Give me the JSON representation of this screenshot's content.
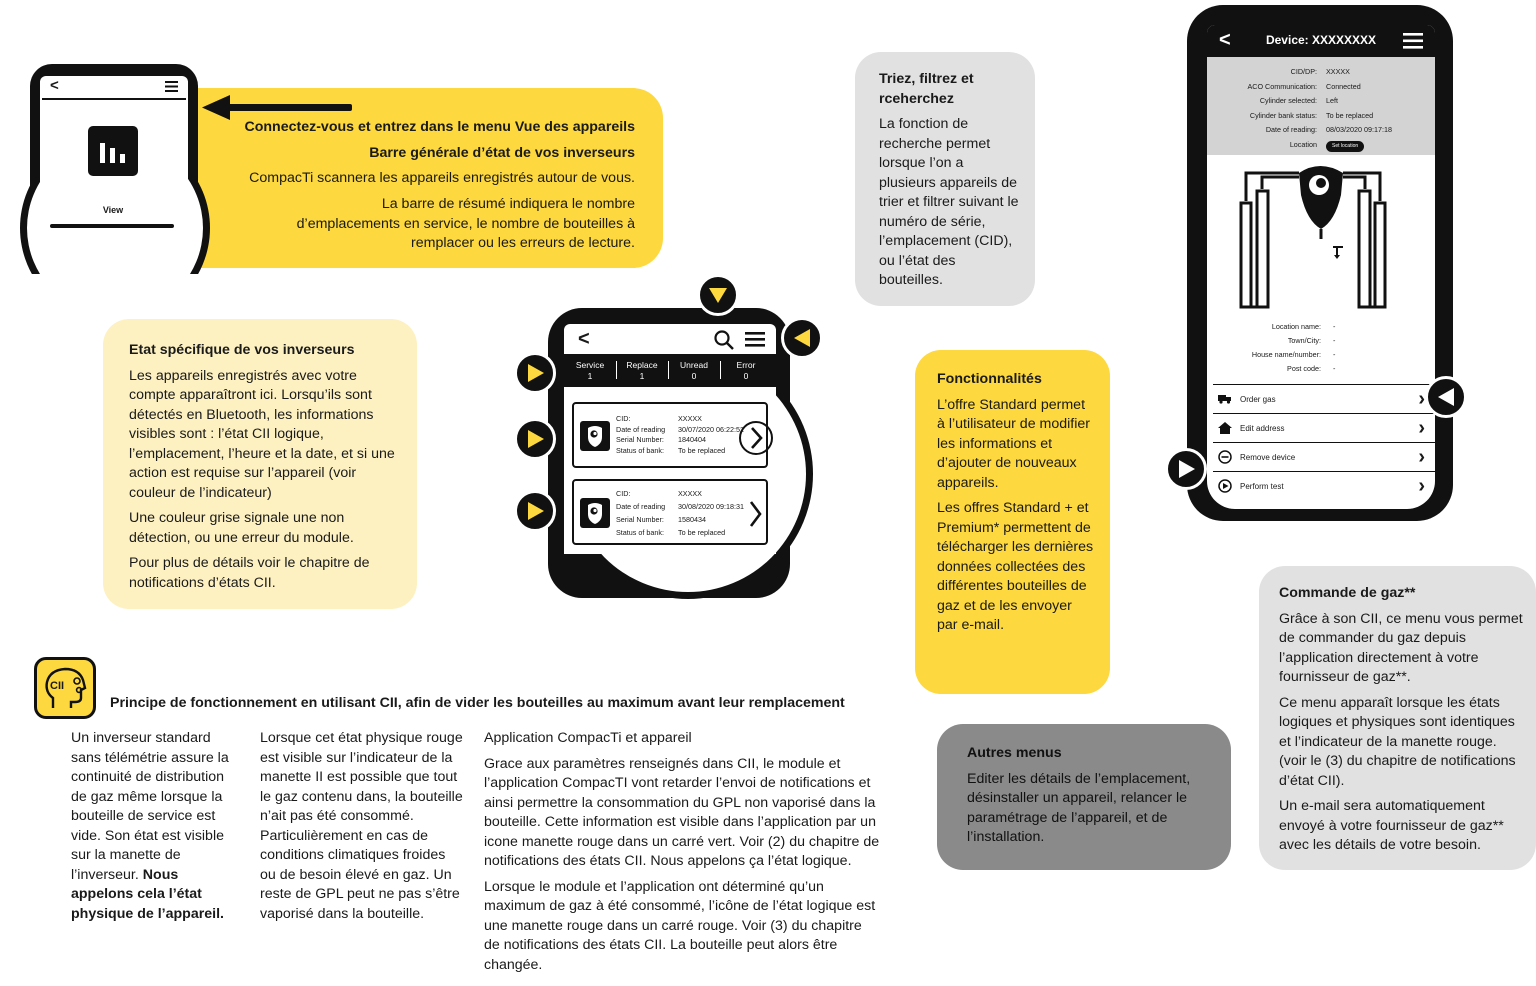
{
  "view_phone": {
    "label": "View",
    "back": "<"
  },
  "connect_card": {
    "line1": "Connectez-vous et entrez dans le menu Vue des appareils",
    "line2": "Barre générale d’état de vos inverseurs",
    "line3": "CompacTi scannera les appareils enregistrés autour de vous.",
    "line4": "La barre de résumé indiquera le nombre d’emplacements en service, le nombre de bouteilles à remplacer ou les erreurs de lecture."
  },
  "sort_card": {
    "title": "Triez, filtrez et rceherchez",
    "body": "La fonction de recherche permet lorsque l’on a plusieurs appareils de trier et filtrer suivant le numéro de série, l’emplacement (CID), ou l’état des bouteilles."
  },
  "state_card": {
    "title": "Etat spécifique de vos inverseurs",
    "p1": "Les appareils enregistrés avec votre compte apparaîtront ici. Lorsqu’ils sont détectés en Bluetooth, les informations visibles sont : l’état CII logique, l’emplacement, l’heure et la date, et si une action est requise sur l’appareil (voir couleur de l’indicateur)",
    "p2": "Une couleur grise signale une non détection, ou une erreur du module.",
    "p3": "Pour plus de détails voir le chapitre de notifications d’états CII."
  },
  "device_list_phone": {
    "back": "<",
    "summary": [
      {
        "label": "Service",
        "value": "1"
      },
      {
        "label": "Replace",
        "value": "1"
      },
      {
        "label": "Unread",
        "value": "0"
      },
      {
        "label": "Error",
        "value": "0"
      }
    ],
    "entries": [
      {
        "labels": [
          "CID:",
          "Date of reading",
          "Serial Number:",
          "Status of bank:"
        ],
        "values": [
          "XXXXX",
          "30/07/2020 06:22:52",
          "1840404",
          "To be replaced"
        ]
      },
      {
        "labels": [
          "CID:",
          "Date of reading",
          "Serial Number:",
          "Status of bank:"
        ],
        "values": [
          "XXXXX",
          "30/08/2020 09:18:31",
          "1580434",
          "To be replaced"
        ]
      }
    ]
  },
  "features_card": {
    "title": "Fonctionnalités",
    "p1": "L’offre Standard permet à l’utilisateur de modifier les informations et d’ajouter de nouveaux appareils.",
    "p2": "Les offres Standard + et Premium* permettent de télécharger les dernières données collectées des différentes bouteilles de gaz et de les envoyer par e-mail."
  },
  "device_phone": {
    "title": "Device: XXXXXXXX",
    "back": "<",
    "info_labels": [
      "CID/DP:",
      "ACO Communication:",
      "Cylinder selected:",
      "Cylinder bank status:",
      "Date of reading:",
      "Location"
    ],
    "info_values": [
      "XXXXX",
      "Connected",
      "Left",
      "To be replaced",
      "08/03/2020 09:17:18"
    ],
    "set_location": "Set location",
    "loc_labels": [
      "Location name:",
      "Town/City:",
      "House name/number:",
      "Post code:"
    ],
    "loc_values": [
      "-",
      "-",
      "-",
      "-"
    ],
    "menu": [
      "Order gas",
      "Edit address",
      "Remove device",
      "Perform test"
    ]
  },
  "other_menus_card": {
    "title": "Autres menus",
    "body": "Editer les détails de l’emplacement, désinstaller un appareil, relancer le paramétrage de l’appareil, et de l’installation."
  },
  "gas_order_card": {
    "title": "Commande de gaz**",
    "p1": "Grâce à son CII, ce menu vous permet de commander du gaz depuis l’application  directement à votre fournisseur de gaz**.",
    "p2": "Ce menu apparaît lorsque les états logiques et physiques sont identiques et l’indicateur de la manette rouge. (voir le (3) du chapitre de notifications d’état CII).",
    "p3": "Un e-mail sera automatiquement envoyé à votre fournisseur de gaz** avec les détails de votre besoin."
  },
  "cii_section": {
    "badge": "CII",
    "heading": "Principe de fonctionnement en utilisant CII, afin de vider les bouteilles au maximum avant leur remplacement",
    "col1_text": "Un inverseur standard sans télémétrie assure la continuité de distribution de gaz même lorsque la bouteille de service est vide. Son état est visible sur la manette de l’inverseur.",
    "col1_bold": "Nous appelons cela l’état physique de l’appareil.",
    "col2": "Lorsque cet état physique rouge est visible sur l’indicateur de la manette II est possible que tout le gaz contenu dans, la bouteille n’ait pas été consommé.  Particulièrement en cas de conditions climatiques froides ou de besoin élevé en gaz. Un reste de GPL peut ne pas s’être vaporisé dans la bouteille.",
    "col3_title": "Application CompacTi et appareil",
    "col3_p1": "Grace aux paramètres renseignés dans CII, le module et l’application CompacTI vont retarder l’envoi de notifications et ainsi permettre la consommation du GPL non vaporisé dans la bouteille. Cette information est visible dans l’application par un icone manette rouge dans un carré vert. Voir (2) du chapitre de notifications des états CII. Nous appelons ça l’état logique.",
    "col3_p2": "Lorsque le module et l’application ont déterminé qu’un maximum de gaz à été consommé, l’icône de l’état logique est une manette rouge dans un carré rouge. Voir (3) du chapitre de notifications des états CII. La bouteille peut alors être changée."
  },
  "colors": {
    "yellow": "#fdd83f",
    "light_yellow": "#fdf1c2",
    "gray": "#e1e1e1",
    "dark_gray": "#8a8a8a",
    "black": "#111111"
  }
}
